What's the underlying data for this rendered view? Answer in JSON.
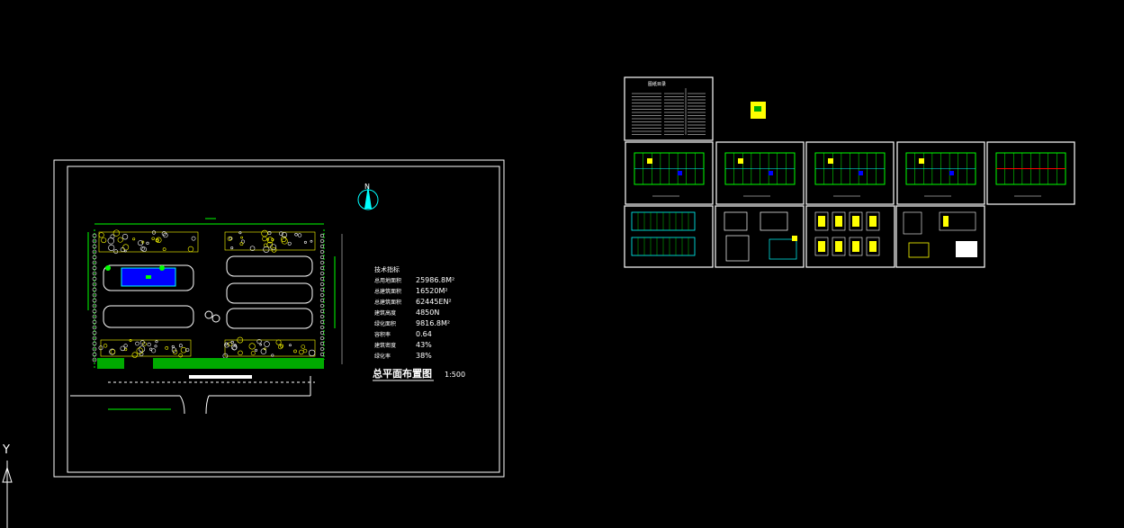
{
  "ucs": {
    "y_label": "Y"
  },
  "site_plan": {
    "title": "总平面布置图",
    "scale": "1:500",
    "compass": "N",
    "stats_header": "技术指标",
    "stats": [
      {
        "label": "总用地面积",
        "value": "25986.8M²"
      },
      {
        "label": "总建筑面积",
        "value": "16520M²"
      },
      {
        "label": "总建筑面积",
        "value": "62445EN²"
      },
      {
        "label": "建筑高度",
        "value": "4850N"
      },
      {
        "label": "绿化面积",
        "value": "9816.8M²"
      },
      {
        "label": "容积率",
        "value": "0.64"
      },
      {
        "label": "建筑密度",
        "value": "43%"
      },
      {
        "label": "绿化率",
        "value": "38%"
      }
    ]
  },
  "sheet_set": {
    "index_title": "图纸目录",
    "colors": {
      "frame": "#ffffff",
      "wall": "#00ff00",
      "highlight": "#ffff00",
      "accent": "#00ffff",
      "marker": "#ff0000"
    }
  }
}
